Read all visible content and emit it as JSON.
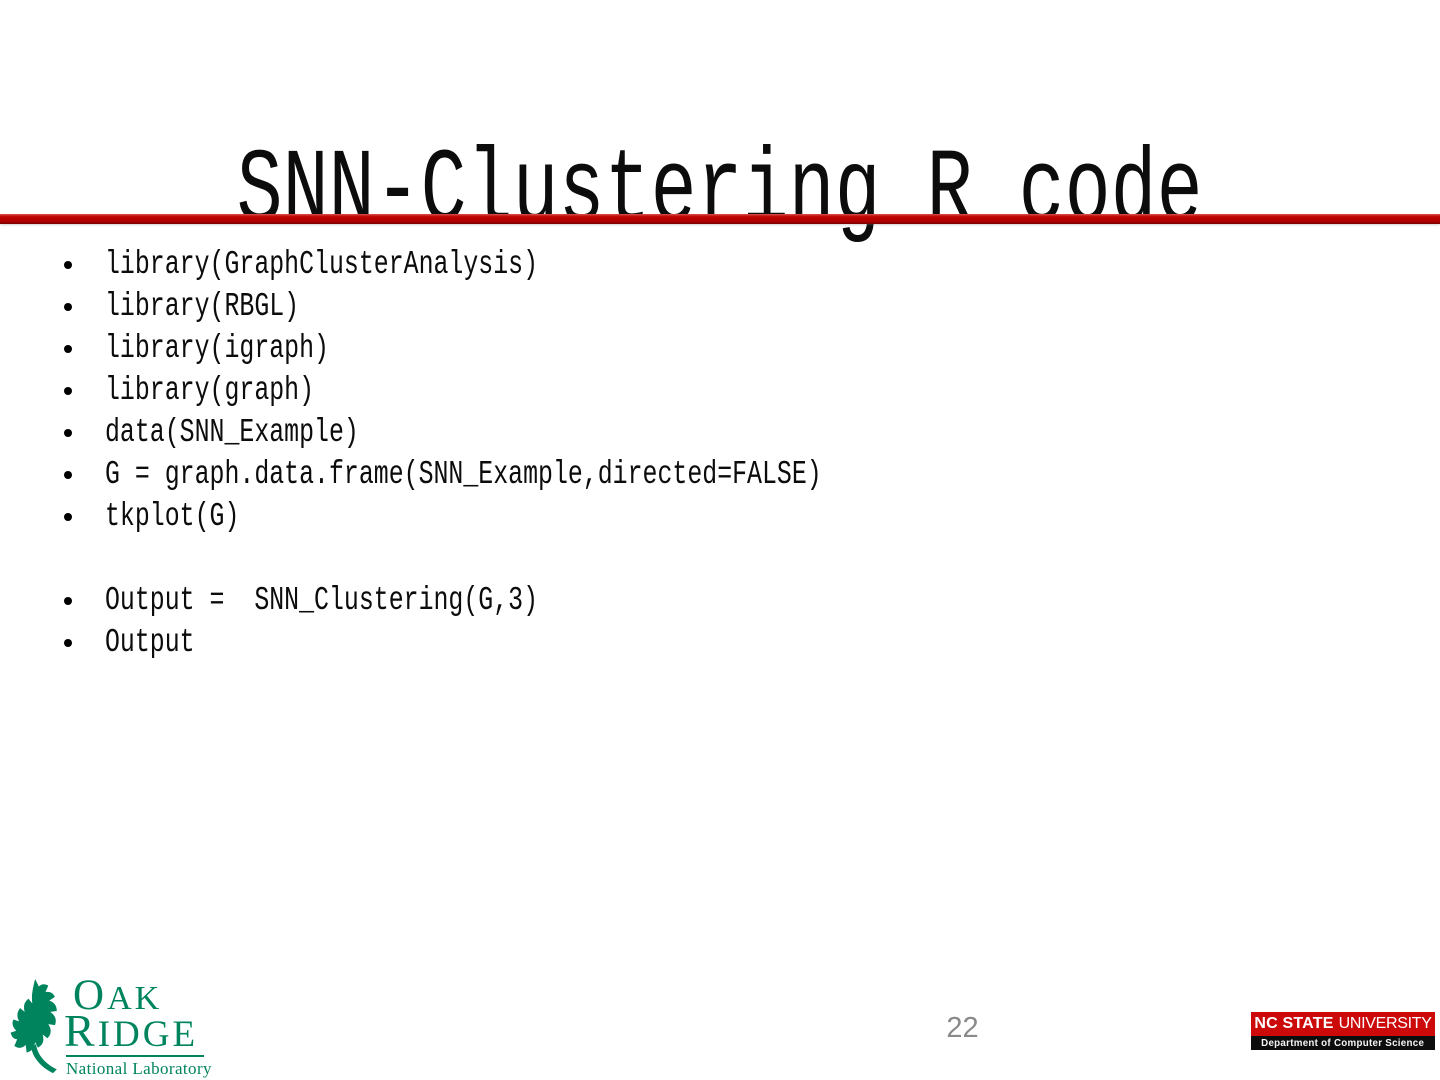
{
  "slide": {
    "title": "SNN-Clustering R code",
    "bullets": [
      "library(GraphClusterAnalysis)",
      "library(RBGL)",
      "library(igraph)",
      "library(graph)",
      "data(SNN_Example)",
      "G = graph.data.frame(SNN_Example,directed=FALSE)",
      "tkplot(G)",
      "",
      "Output =  SNN_Clustering(G,3)",
      "Output"
    ],
    "page_number": "22"
  },
  "colors": {
    "accent_red": "#c00301",
    "text_black": "#0c0c0c",
    "ornl_green": "#00845e",
    "ncsu_red": "#cc0a0a",
    "footer_black": "#0d0d0d",
    "page_number_gray": "#8a8a8a"
  },
  "icons": {
    "bullet": "bullet-dot-icon",
    "ornl_leaf": "oak-leaf-icon"
  },
  "logos": {
    "ornl": {
      "line1_initial": "O",
      "line1_rest": "AK",
      "line2_initial": "R",
      "line2_rest": "IDGE",
      "tagline": "National Laboratory"
    },
    "ncsu": {
      "name_bold": "NC STATE",
      "name_light": "UNIVERSITY",
      "department": "Department of Computer Science"
    }
  }
}
